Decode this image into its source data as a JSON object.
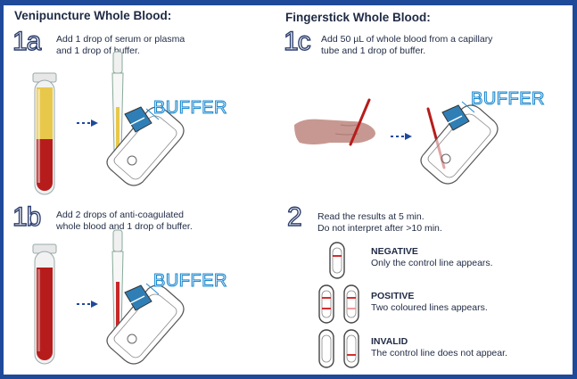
{
  "colors": {
    "border": "#1f4a9a",
    "text": "#1f2a44",
    "blood": "#b71c1c",
    "serum": "#e8c84a",
    "buffer_label": "#1e8ad0",
    "cassette_well": "#2f7fb6",
    "skin": "#c79891"
  },
  "sections": {
    "venipuncture_heading": "Venipuncture Whole Blood:",
    "fingerstick_heading": "Fingerstick Whole Blood:"
  },
  "steps": {
    "s1a": {
      "number": "1a",
      "line1": "Add 1 drop of serum or plasma",
      "line2": "and 1 drop of buffer."
    },
    "s1b": {
      "number": "1b",
      "line1": "Add 2 drops of anti-coagulated",
      "line2": "whole blood and 1 drop of buffer."
    },
    "s1c": {
      "number": "1c",
      "line1": "Add 50 µL of whole blood from a capillary",
      "line2": "tube and 1 drop of buffer."
    },
    "s2": {
      "number": "2",
      "line1": "Read the results at 5 min.",
      "line2": "Do not interpret after >10 min."
    }
  },
  "buffer_label": "BUFFER",
  "results": [
    {
      "title": "NEGATIVE",
      "desc": "Only the control line appears."
    },
    {
      "title": "POSITIVE",
      "desc": "Two coloured lines appears."
    },
    {
      "title": "INVALID",
      "desc": "The control line does not appear."
    }
  ],
  "icons": {
    "arrow": "dashed-arrow-right-icon",
    "tube": "blood-tube-icon",
    "dropper": "dropper-icon",
    "cassette": "test-cassette-icon",
    "hand": "hand-icon",
    "capillary": "capillary-tube-icon"
  }
}
